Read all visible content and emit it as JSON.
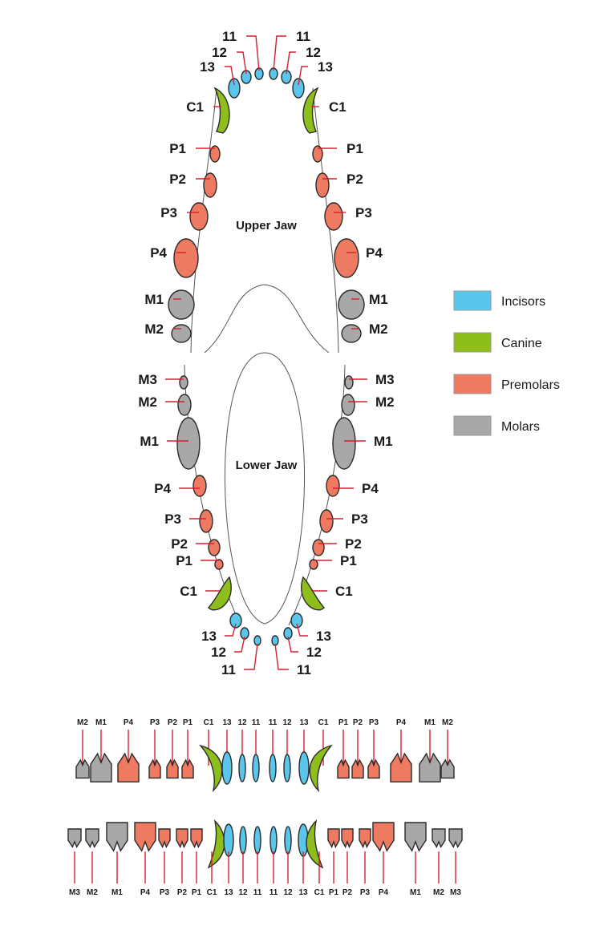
{
  "colors": {
    "incisor": "#5bc6ec",
    "canine": "#8dbe1c",
    "premolar": "#ee7a62",
    "molar": "#a8a8a8",
    "leader": "#d61f2f"
  },
  "jaw_titles": {
    "upper": "Upper Jaw",
    "lower": "Lower Jaw"
  },
  "legend": [
    {
      "key": "incisor",
      "label": "Incisors"
    },
    {
      "key": "canine",
      "label": "Canine"
    },
    {
      "key": "premolar",
      "label": "Premolars"
    },
    {
      "key": "molar",
      "label": "Molars"
    }
  ],
  "upper_jaw_labels": [
    "11",
    "12",
    "13",
    "C1",
    "P1",
    "P2",
    "P3",
    "P4",
    "M1",
    "M2"
  ],
  "lower_jaw_labels": [
    "M3",
    "M2",
    "M1",
    "P4",
    "P3",
    "P2",
    "P1",
    "C1",
    "13",
    "12",
    "11"
  ],
  "upper_row_labels": [
    "M2",
    "M1",
    "P4",
    "P3",
    "P2",
    "P1",
    "C1",
    "13",
    "12",
    "11",
    "11",
    "12",
    "13",
    "C1",
    "P1",
    "P2",
    "P3",
    "P4",
    "M1",
    "M2"
  ],
  "lower_row_labels": [
    "M3",
    "M2",
    "M1",
    "P4",
    "P3",
    "P2",
    "P1",
    "C1",
    "13",
    "12",
    "11",
    "11",
    "12",
    "13",
    "C1",
    "P1",
    "P2",
    "P3",
    "P4",
    "M1",
    "M2",
    "M3"
  ]
}
